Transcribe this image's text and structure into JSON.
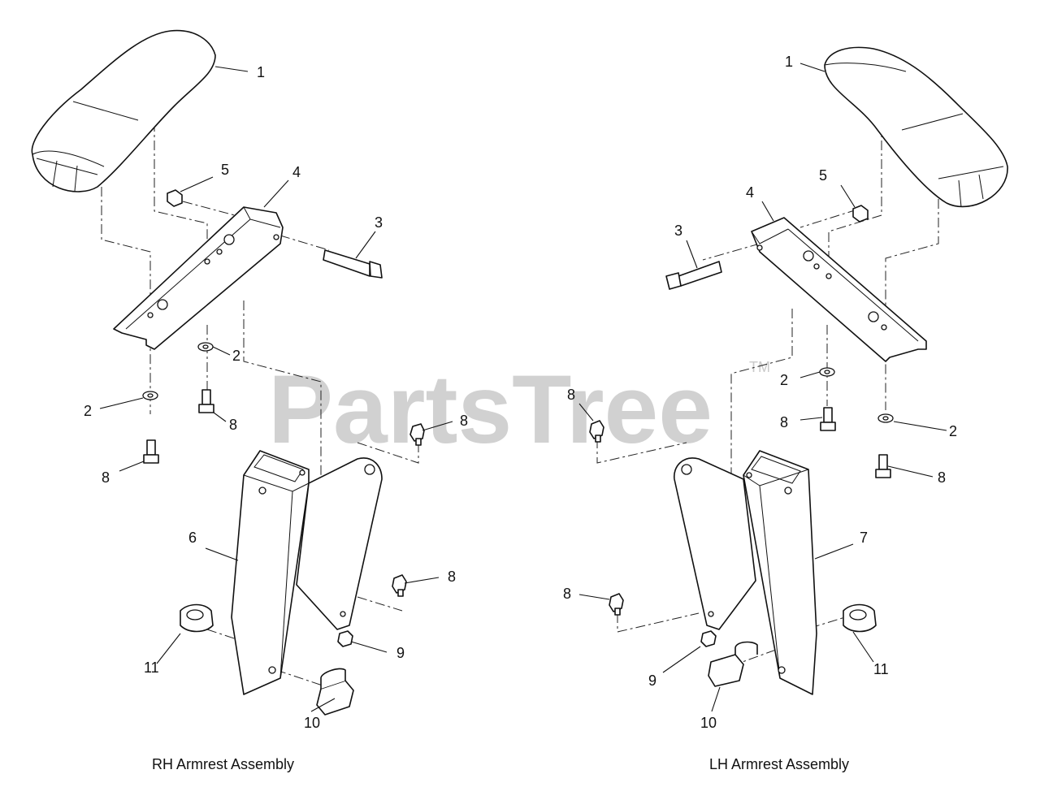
{
  "watermark": {
    "text": "PartsTree",
    "tm": "TM"
  },
  "rh_assembly": {
    "caption": "RH Armrest Assembly",
    "callouts": [
      "1",
      "5",
      "4",
      "3",
      "2",
      "2",
      "8",
      "8",
      "8",
      "6",
      "8",
      "9",
      "11",
      "10"
    ]
  },
  "lh_assembly": {
    "caption": "LH Armrest Assembly",
    "callouts": [
      "1",
      "5",
      "4",
      "3",
      "2",
      "8",
      "2",
      "8",
      "8",
      "7",
      "8",
      "9",
      "11",
      "10"
    ]
  }
}
